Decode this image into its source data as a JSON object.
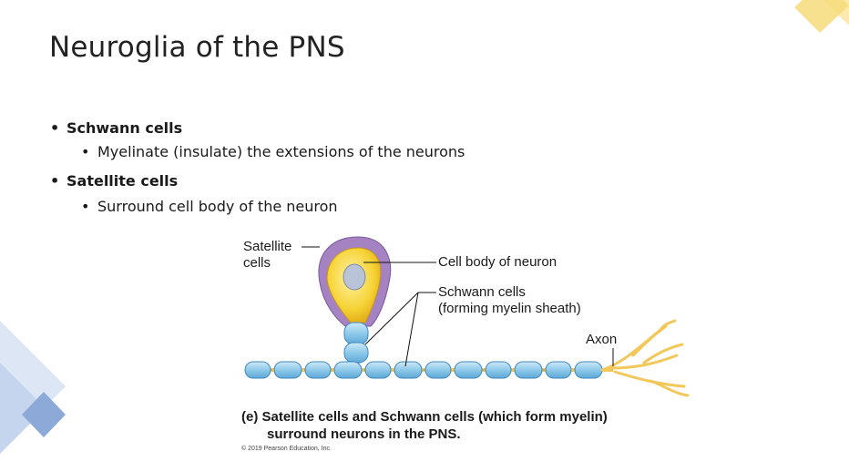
{
  "slide": {
    "title": "Neuroglia of the PNS",
    "bullets": [
      {
        "text": "Schwann cells",
        "sub": "Myelinate (insulate) the extensions of the neurons"
      },
      {
        "text": "Satellite cells",
        "sub": "Surround cell body of the neuron"
      }
    ],
    "bullet_glyph": "•"
  },
  "figure": {
    "labels": {
      "satellite_1": "Satellite",
      "satellite_2": "cells",
      "cell_body": "Cell body of neuron",
      "schwann_1": "Schwann cells",
      "schwann_2": "(forming myelin sheath)",
      "axon": "Axon"
    },
    "caption_line1": "(e) Satellite cells and Schwann cells (which form myelin)",
    "caption_line2": "surround neurons in the PNS.",
    "copyright": "© 2019 Pearson Education, Inc."
  },
  "colors": {
    "schwann": "#8ec9ea",
    "satellite": "#a582c2",
    "cell_body": "#f6d335",
    "axon": "#f2c85a",
    "deco_blue": "#8da9d8",
    "deco_yellow": "#f6dc7a"
  }
}
